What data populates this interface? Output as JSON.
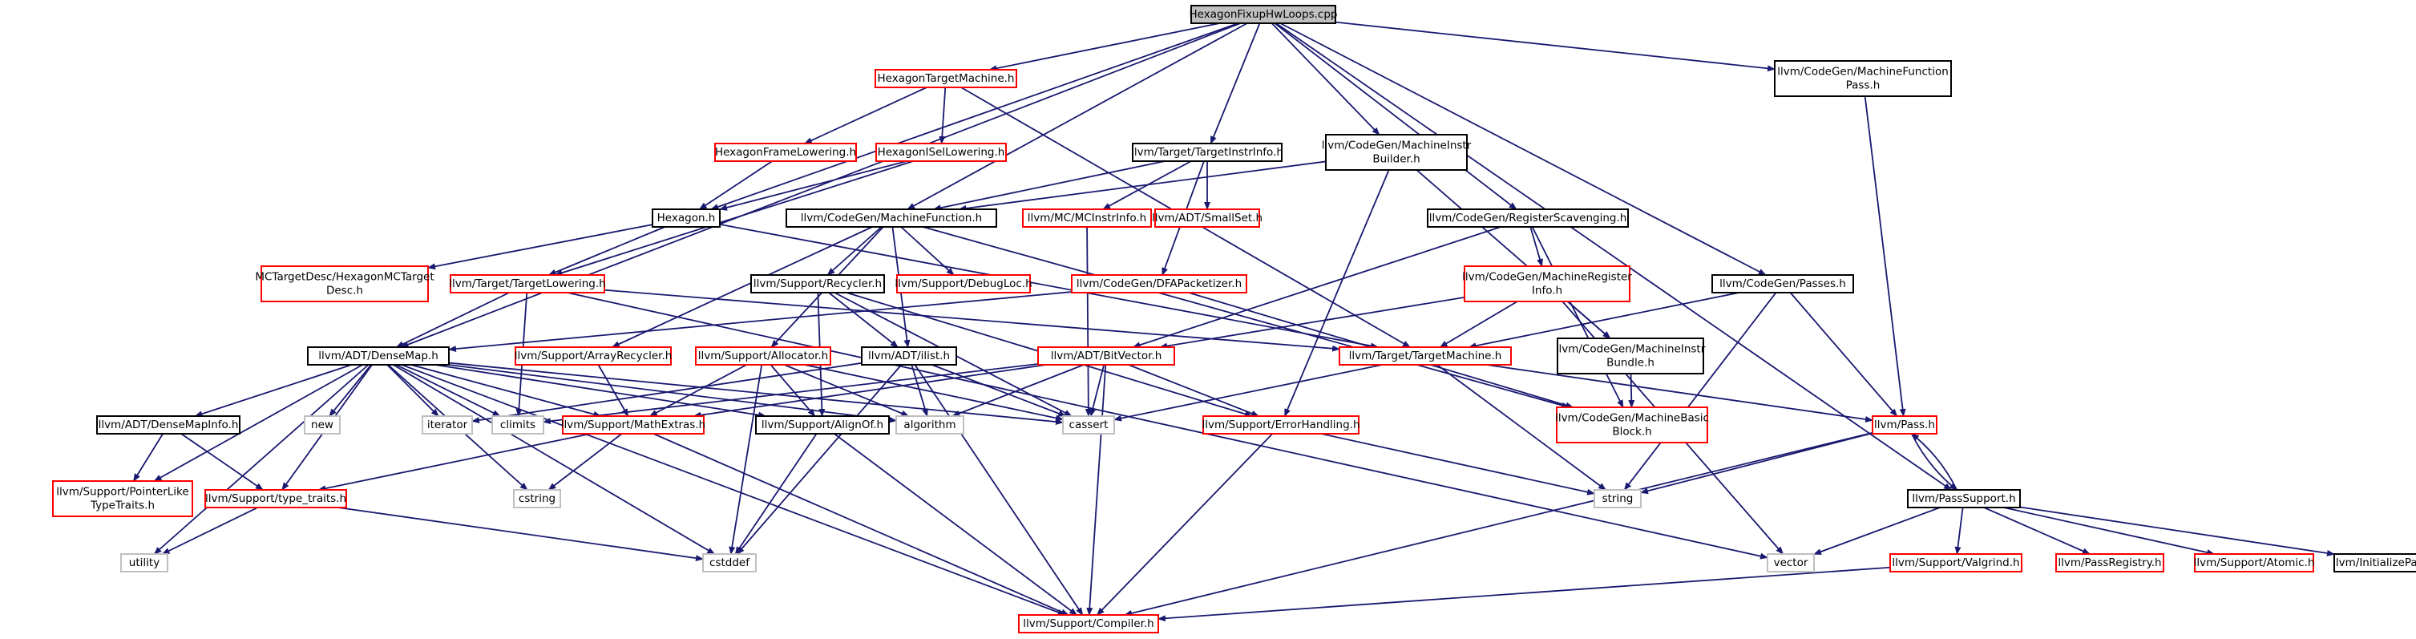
{
  "colors": {
    "edge": "#191970",
    "root_fill": "#bfbfbf",
    "border_normal": "#000000",
    "border_incomplete": "#ff0000",
    "border_system": "#bfbfbf"
  },
  "nodes": [
    {
      "id": "root",
      "kind": "root",
      "lines": [
        "HexagonFixupHwLoops.cpp"
      ]
    },
    {
      "id": "htm",
      "kind": "red",
      "lines": [
        "HexagonTargetMachine.h"
      ]
    },
    {
      "id": "mfp",
      "kind": "normal",
      "lines": [
        "llvm/CodeGen/MachineFunction",
        "Pass.h"
      ]
    },
    {
      "id": "hfl",
      "kind": "red",
      "lines": [
        "HexagonFrameLowering.h"
      ]
    },
    {
      "id": "hisl",
      "kind": "red",
      "lines": [
        "HexagonISelLowering.h"
      ]
    },
    {
      "id": "tii",
      "kind": "normal",
      "lines": [
        "llvm/Target/TargetInstrInfo.h"
      ]
    },
    {
      "id": "mib",
      "kind": "normal",
      "lines": [
        "llvm/CodeGen/MachineInstr",
        "Builder.h"
      ]
    },
    {
      "id": "hex",
      "kind": "normal",
      "lines": [
        "Hexagon.h"
      ]
    },
    {
      "id": "mf",
      "kind": "normal",
      "lines": [
        "llvm/CodeGen/MachineFunction.h"
      ]
    },
    {
      "id": "mcii",
      "kind": "red",
      "lines": [
        "llvm/MC/MCInstrInfo.h"
      ]
    },
    {
      "id": "ss",
      "kind": "red",
      "lines": [
        "llvm/ADT/SmallSet.h"
      ]
    },
    {
      "id": "rs",
      "kind": "normal",
      "lines": [
        "llvm/CodeGen/RegisterScavenging.h"
      ]
    },
    {
      "id": "mctd",
      "kind": "red",
      "lines": [
        "MCTargetDesc/HexagonMCTarget",
        "Desc.h"
      ]
    },
    {
      "id": "tl",
      "kind": "red",
      "lines": [
        "llvm/Target/TargetLowering.h"
      ]
    },
    {
      "id": "rec",
      "kind": "normal",
      "lines": [
        "llvm/Support/Recycler.h"
      ]
    },
    {
      "id": "dl",
      "kind": "red",
      "lines": [
        "llvm/Support/DebugLoc.h"
      ]
    },
    {
      "id": "dfa",
      "kind": "red",
      "lines": [
        "llvm/CodeGen/DFAPacketizer.h"
      ]
    },
    {
      "id": "mri",
      "kind": "red",
      "lines": [
        "llvm/CodeGen/MachineRegister",
        "Info.h"
      ]
    },
    {
      "id": "passes",
      "kind": "normal",
      "lines": [
        "llvm/CodeGen/Passes.h"
      ]
    },
    {
      "id": "dm",
      "kind": "normal",
      "lines": [
        "llvm/ADT/DenseMap.h"
      ]
    },
    {
      "id": "ar",
      "kind": "red",
      "lines": [
        "llvm/Support/ArrayRecycler.h"
      ]
    },
    {
      "id": "alloc",
      "kind": "red",
      "lines": [
        "llvm/Support/Allocator.h"
      ]
    },
    {
      "id": "ilist",
      "kind": "normal",
      "lines": [
        "llvm/ADT/ilist.h"
      ]
    },
    {
      "id": "bv",
      "kind": "red",
      "lines": [
        "llvm/ADT/BitVector.h"
      ]
    },
    {
      "id": "tm",
      "kind": "red",
      "lines": [
        "llvm/Target/TargetMachine.h"
      ]
    },
    {
      "id": "mibundle",
      "kind": "normal",
      "lines": [
        "llvm/CodeGen/MachineInstr",
        "Bundle.h"
      ]
    },
    {
      "id": "dmi",
      "kind": "normal",
      "lines": [
        "llvm/ADT/DenseMapInfo.h"
      ]
    },
    {
      "id": "new",
      "kind": "gray",
      "lines": [
        "new"
      ]
    },
    {
      "id": "iterator",
      "kind": "gray",
      "lines": [
        "iterator"
      ]
    },
    {
      "id": "climits",
      "kind": "gray",
      "lines": [
        "climits"
      ]
    },
    {
      "id": "me",
      "kind": "red",
      "lines": [
        "llvm/Support/MathExtras.h"
      ]
    },
    {
      "id": "algorithm",
      "kind": "gray",
      "lines": [
        "algorithm"
      ]
    },
    {
      "id": "alignof",
      "kind": "normal",
      "lines": [
        "llvm/Support/AlignOf.h"
      ]
    },
    {
      "id": "cassert",
      "kind": "gray",
      "lines": [
        "cassert"
      ]
    },
    {
      "id": "eh",
      "kind": "red",
      "lines": [
        "llvm/Support/ErrorHandling.h"
      ]
    },
    {
      "id": "mbb",
      "kind": "red",
      "lines": [
        "llvm/CodeGen/MachineBasic",
        "Block.h"
      ]
    },
    {
      "id": "pass",
      "kind": "red",
      "lines": [
        "llvm/Pass.h"
      ]
    },
    {
      "id": "pltt",
      "kind": "red",
      "lines": [
        "llvm/Support/PointerLike",
        "TypeTraits.h"
      ]
    },
    {
      "id": "tt",
      "kind": "red",
      "lines": [
        "llvm/Support/type_traits.h"
      ]
    },
    {
      "id": "cstring",
      "kind": "gray",
      "lines": [
        "cstring"
      ]
    },
    {
      "id": "string",
      "kind": "gray",
      "lines": [
        "string"
      ]
    },
    {
      "id": "ps",
      "kind": "normal",
      "lines": [
        "llvm/PassSupport.h"
      ]
    },
    {
      "id": "utility",
      "kind": "gray",
      "lines": [
        "utility"
      ]
    },
    {
      "id": "cstddef",
      "kind": "gray",
      "lines": [
        "cstddef"
      ]
    },
    {
      "id": "vector",
      "kind": "gray",
      "lines": [
        "vector"
      ]
    },
    {
      "id": "valgrind",
      "kind": "red",
      "lines": [
        "llvm/Support/Valgrind.h"
      ]
    },
    {
      "id": "pr",
      "kind": "red",
      "lines": [
        "llvm/PassRegistry.h"
      ]
    },
    {
      "id": "atomic",
      "kind": "red",
      "lines": [
        "llvm/Support/Atomic.h"
      ]
    },
    {
      "id": "ip",
      "kind": "normal",
      "lines": [
        "llvm/InitializePasses.h"
      ]
    },
    {
      "id": "comp",
      "kind": "red",
      "lines": [
        "llvm/Support/Compiler.h"
      ]
    }
  ],
  "edges": [
    [
      "root",
      "htm"
    ],
    [
      "root",
      "mfp"
    ],
    [
      "root",
      "hex"
    ],
    [
      "root",
      "tii"
    ],
    [
      "root",
      "mib"
    ],
    [
      "root",
      "mf"
    ],
    [
      "root",
      "rs"
    ],
    [
      "root",
      "passes"
    ],
    [
      "root",
      "dm"
    ],
    [
      "root",
      "ps"
    ],
    [
      "htm",
      "hfl"
    ],
    [
      "htm",
      "hisl"
    ],
    [
      "htm",
      "tm"
    ],
    [
      "hfl",
      "hex"
    ],
    [
      "hisl",
      "hex"
    ],
    [
      "hisl",
      "tl"
    ],
    [
      "tii",
      "mf"
    ],
    [
      "tii",
      "mcii"
    ],
    [
      "tii",
      "ss"
    ],
    [
      "tii",
      "dfa"
    ],
    [
      "mib",
      "mf"
    ],
    [
      "mib",
      "mibundle"
    ],
    [
      "mib",
      "eh"
    ],
    [
      "hex",
      "mctd"
    ],
    [
      "hex",
      "tl"
    ],
    [
      "hex",
      "tm"
    ],
    [
      "mf",
      "rec"
    ],
    [
      "mf",
      "dl"
    ],
    [
      "mf",
      "ilist"
    ],
    [
      "mf",
      "ar"
    ],
    [
      "mf",
      "alloc"
    ],
    [
      "mf",
      "mbb"
    ],
    [
      "mcii",
      "cassert"
    ],
    [
      "rs",
      "mri"
    ],
    [
      "rs",
      "bv"
    ],
    [
      "rs",
      "mbb"
    ],
    [
      "tl",
      "dm"
    ],
    [
      "tl",
      "climits"
    ],
    [
      "tl",
      "tm"
    ],
    [
      "tl",
      "vector"
    ],
    [
      "rec",
      "ilist"
    ],
    [
      "rec",
      "alignof"
    ],
    [
      "rec",
      "cassert"
    ],
    [
      "rec",
      "eh"
    ],
    [
      "dfa",
      "dm"
    ],
    [
      "dfa",
      "mbb"
    ],
    [
      "mri",
      "bv"
    ],
    [
      "mri",
      "tm"
    ],
    [
      "mri",
      "mibundle"
    ],
    [
      "mri",
      "vector"
    ],
    [
      "passes",
      "tm"
    ],
    [
      "passes",
      "string"
    ],
    [
      "passes",
      "pass"
    ],
    [
      "mfp",
      "pass"
    ],
    [
      "dm",
      "dmi"
    ],
    [
      "dm",
      "new"
    ],
    [
      "dm",
      "iterator"
    ],
    [
      "dm",
      "climits"
    ],
    [
      "dm",
      "me"
    ],
    [
      "dm",
      "algorithm"
    ],
    [
      "dm",
      "alignof"
    ],
    [
      "dm",
      "cassert"
    ],
    [
      "dm",
      "pltt"
    ],
    [
      "dm",
      "tt"
    ],
    [
      "dm",
      "cstring"
    ],
    [
      "dm",
      "utility"
    ],
    [
      "dm",
      "cstddef"
    ],
    [
      "dm",
      "comp"
    ],
    [
      "ar",
      "me"
    ],
    [
      "alloc",
      "me"
    ],
    [
      "alloc",
      "alignof"
    ],
    [
      "alloc",
      "cassert"
    ],
    [
      "alloc",
      "cstddef"
    ],
    [
      "alloc",
      "algorithm"
    ],
    [
      "ilist",
      "algorithm"
    ],
    [
      "ilist",
      "cassert"
    ],
    [
      "ilist",
      "cstddef"
    ],
    [
      "ilist",
      "iterator"
    ],
    [
      "ilist",
      "comp"
    ],
    [
      "bv",
      "me"
    ],
    [
      "bv",
      "eh"
    ],
    [
      "bv",
      "algorithm"
    ],
    [
      "bv",
      "cassert"
    ],
    [
      "bv",
      "climits"
    ],
    [
      "bv",
      "comp"
    ],
    [
      "tm",
      "pass"
    ],
    [
      "tm",
      "string"
    ],
    [
      "tm",
      "cassert"
    ],
    [
      "mibundle",
      "mbb"
    ],
    [
      "dmi",
      "pltt"
    ],
    [
      "dmi",
      "tt"
    ],
    [
      "me",
      "cstring"
    ],
    [
      "me",
      "tt"
    ],
    [
      "me",
      "comp"
    ],
    [
      "alignof",
      "cstddef"
    ],
    [
      "alignof",
      "comp"
    ],
    [
      "eh",
      "string"
    ],
    [
      "eh",
      "comp"
    ],
    [
      "tt",
      "cstddef"
    ],
    [
      "tt",
      "utility"
    ],
    [
      "pass",
      "ps"
    ],
    [
      "pass",
      "string"
    ],
    [
      "pass",
      "comp"
    ],
    [
      "ps",
      "pass"
    ],
    [
      "ps",
      "vector"
    ],
    [
      "ps",
      "valgrind"
    ],
    [
      "ps",
      "pr"
    ],
    [
      "ps",
      "atomic"
    ],
    [
      "ps",
      "ip"
    ],
    [
      "valgrind",
      "comp"
    ]
  ]
}
